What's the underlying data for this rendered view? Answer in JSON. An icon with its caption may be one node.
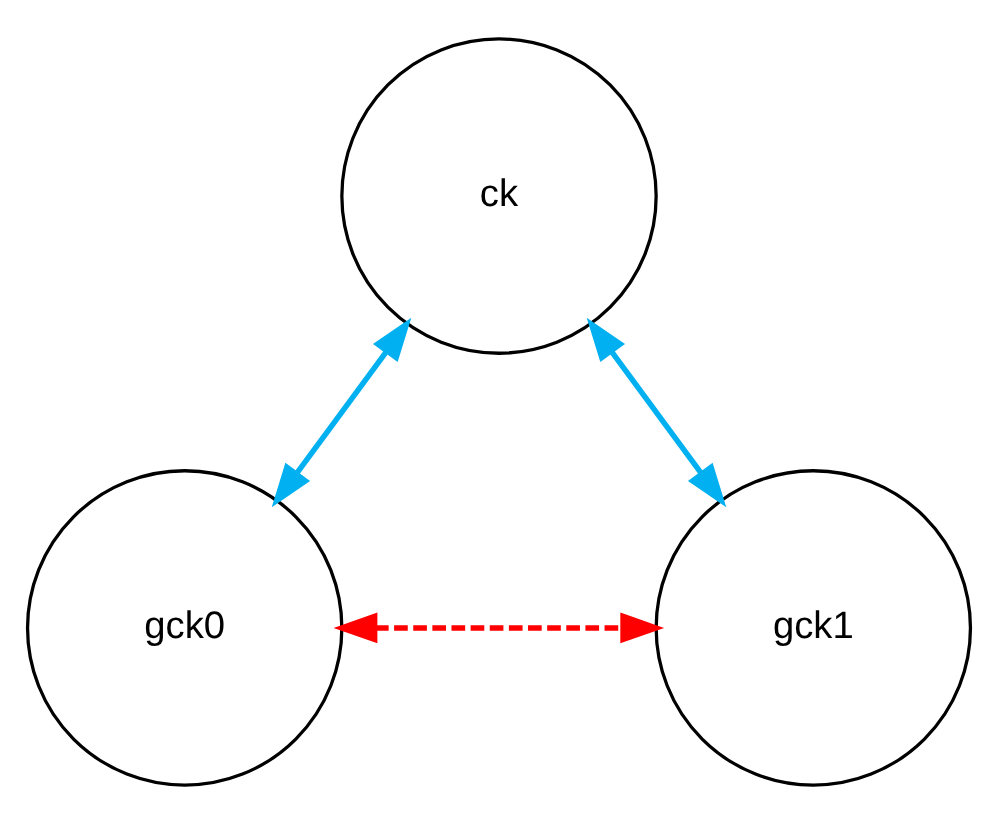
{
  "diagram": {
    "nodes": [
      {
        "text": [
          "ck"
        ]
      },
      {
        "text": [
          "gck0"
        ]
      },
      {
        "text": [
          "gck1"
        ]
      }
    ],
    "edges": [
      {
        "from": 0,
        "to": 1,
        "arrow": "both"
      },
      {
        "from": 0,
        "to": 2,
        "arrow": "both"
      },
      {
        "from": 1,
        "to": 2,
        "arrow": "both",
        "style": "dashed",
        "color": "#ff0000"
      }
    ]
  }
}
